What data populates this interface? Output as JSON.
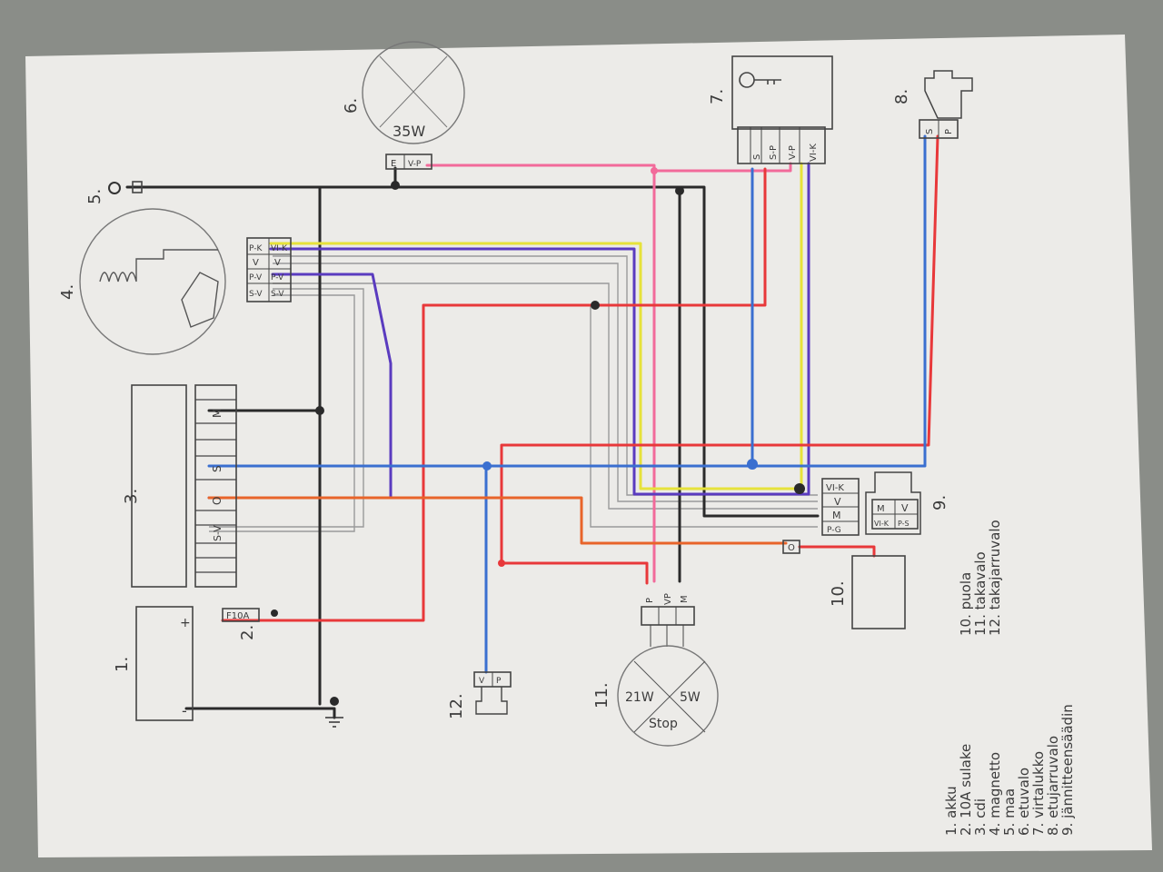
{
  "components": {
    "battery": {
      "number": "1.",
      "plus": "+",
      "minus": "-"
    },
    "fuse": {
      "number": "2.",
      "label": "F10A"
    },
    "cdi": {
      "number": "3.",
      "pins": [
        "M",
        "S",
        "O",
        "S-V"
      ]
    },
    "magneto": {
      "number": "4.",
      "connector_left": [
        "P-K",
        "V",
        "P-V",
        "S-V"
      ],
      "connector_right": [
        "VI-K",
        "V",
        "P-V",
        "S-V"
      ]
    },
    "ground": {
      "number": "5."
    },
    "headlight": {
      "number": "6.",
      "wattage": "35W",
      "pins": [
        "E",
        "V-P"
      ]
    },
    "ignition_switch": {
      "number": "7.",
      "pins": [
        "S",
        "S-P",
        "V-P",
        "VI-K"
      ]
    },
    "front_brake_switch": {
      "number": "8.",
      "pins": [
        "S",
        "P"
      ]
    },
    "regulator": {
      "number": "9.",
      "pins": [
        "VI-K",
        "V",
        "M",
        "P-G"
      ],
      "plug": [
        "M",
        "V",
        "VI-K",
        "P-S"
      ]
    },
    "coil": {
      "number": "10.",
      "pin": "O"
    },
    "taillight": {
      "number": "11.",
      "pins": [
        "P",
        "VP",
        "M"
      ],
      "bulb_left": "21W",
      "bulb_right": "5W",
      "bulb_bottom": "Stop"
    },
    "rear_brake_switch": {
      "number": "12.",
      "pins": [
        "V",
        "P"
      ]
    }
  },
  "legend": [
    "1. akku",
    "2. 10A sulake",
    "3. cdi",
    "4. magnetto",
    "5. maa",
    "6. etuvalo",
    "7. virtalukko",
    "8. etujarruvalo",
    "9. jännitteensäädin",
    "10. puola",
    "11. takavalo",
    "12. takajarruvalo"
  ],
  "colors": {
    "paper": "#ecebe8",
    "black": "#2a2a2a",
    "red": "#e8383a",
    "pink": "#f26a9a",
    "yellow": "#e6e23a",
    "purple": "#5a3bbf",
    "blue": "#3a6fd0",
    "orange": "#e8642a",
    "grey": "#9a9a9a"
  }
}
